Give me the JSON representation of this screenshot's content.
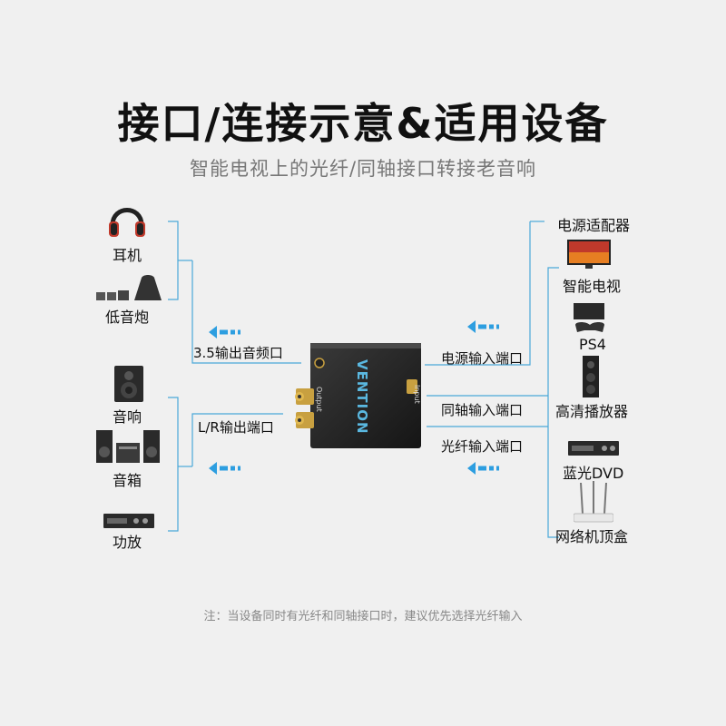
{
  "title": "接口/连接示意&适用设备",
  "subtitle": "智能电视上的光纤/同轴接口转接老音响",
  "left_devices": [
    "耳机",
    "低音炮",
    "音响",
    "音箱",
    "功放"
  ],
  "right_devices": [
    "电源适配器",
    "智能电视",
    "PS4",
    "高清播放器",
    "蓝光DVD",
    "网络机顶盒"
  ],
  "ports": {
    "out_35": "3.5输出音频口",
    "out_lr": "L/R输出端口",
    "in_power": "电源输入端口",
    "in_coax": "同轴输入端口",
    "in_optical": "光纤输入端口"
  },
  "converter": {
    "brand": "VENTION",
    "output_label": "Output",
    "input_label": "Input"
  },
  "note": "注：当设备同时有光纤和同轴接口时，建议优先选择光纤输入",
  "colors": {
    "line": "#4aa8d8",
    "arrow": "#2d9ee0",
    "device": "#1a1a1a"
  }
}
